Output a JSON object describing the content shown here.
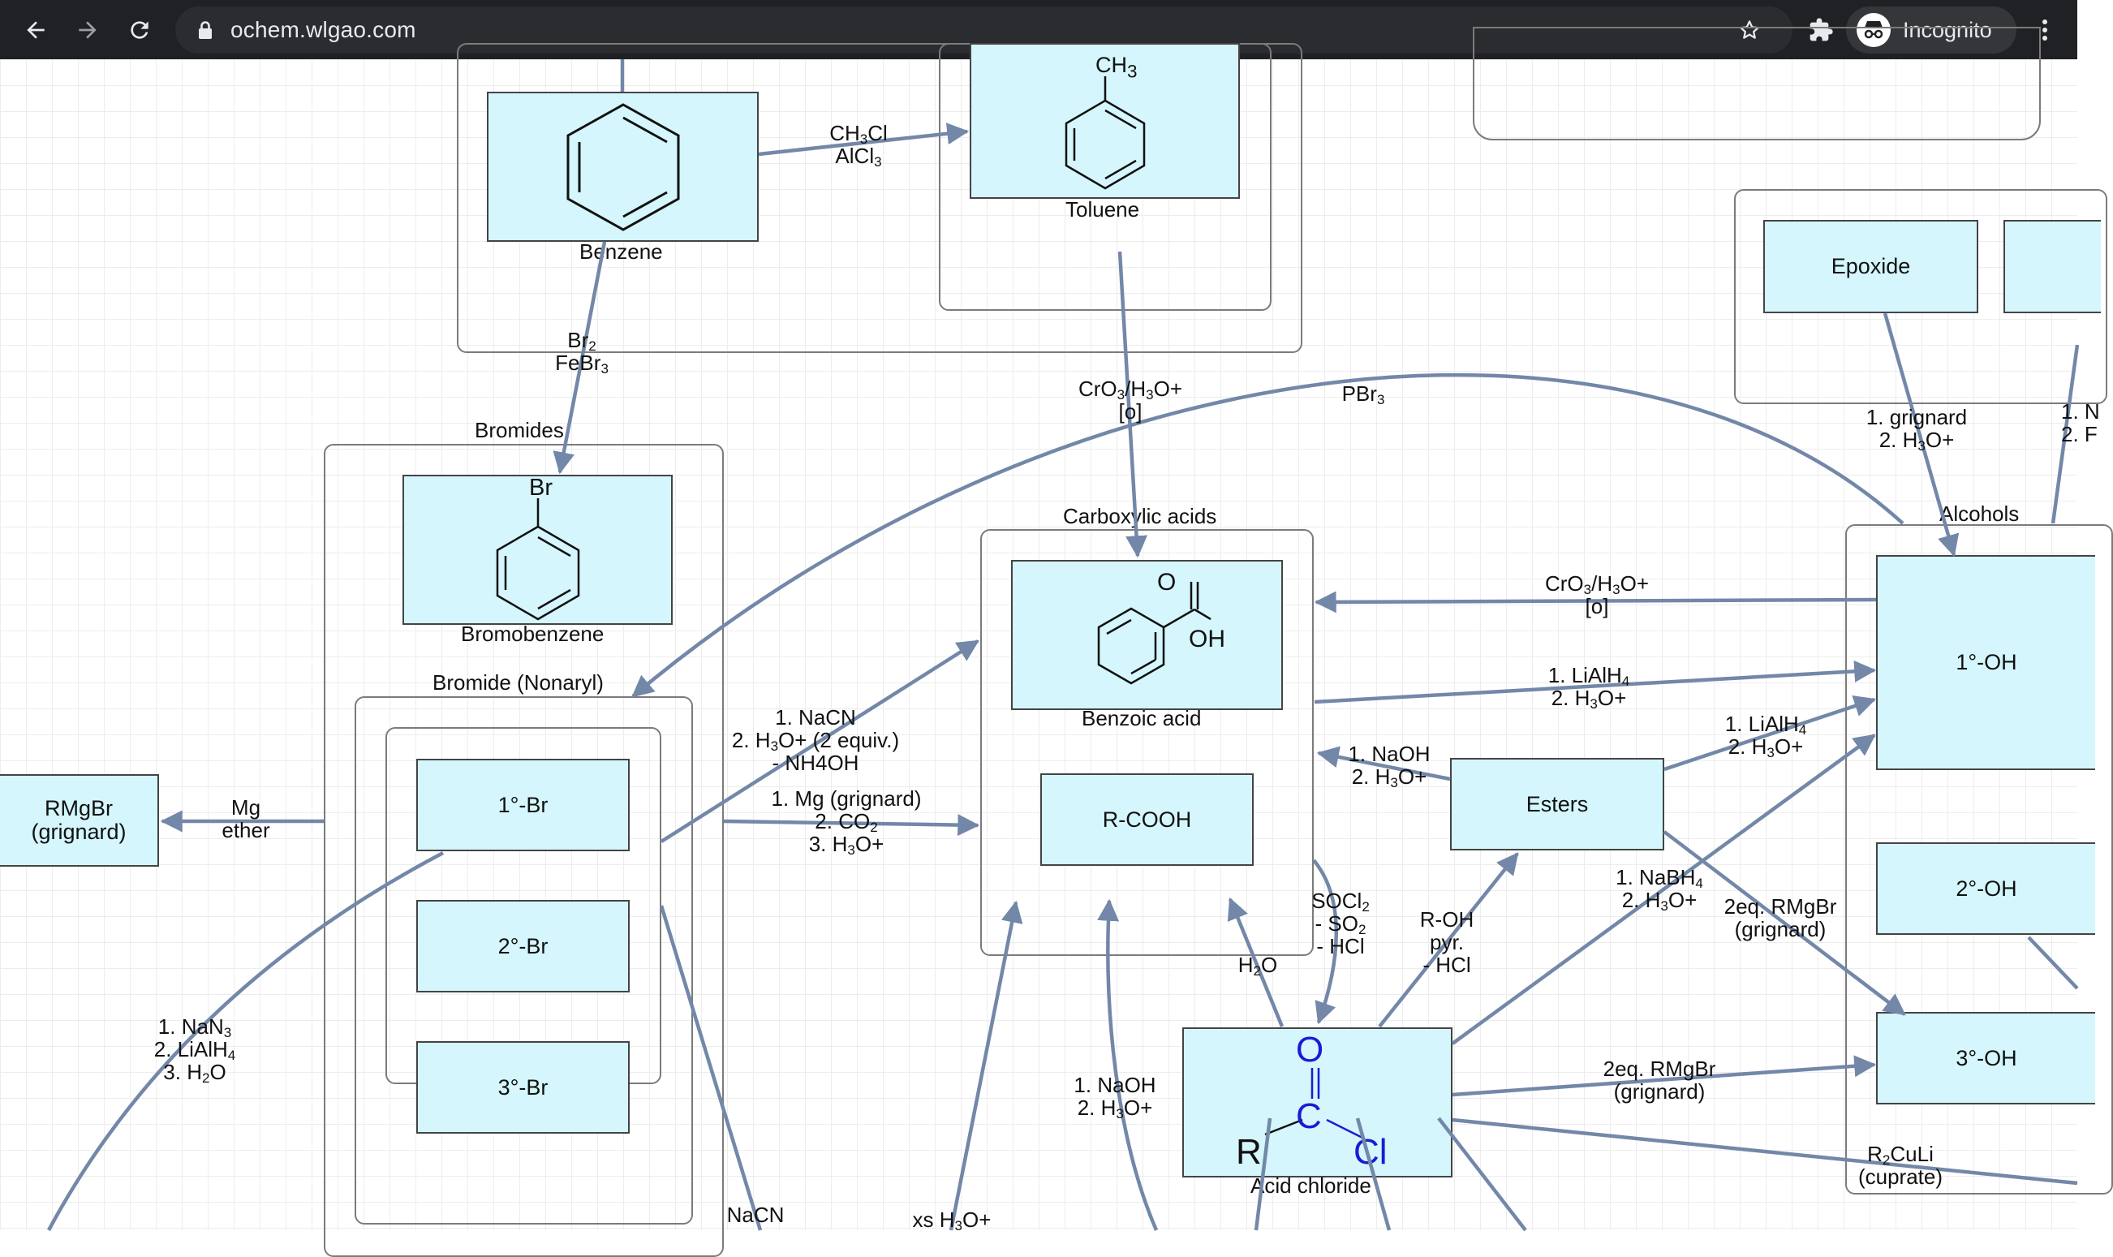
{
  "browser": {
    "url": "ochem.wlgao.com",
    "incognito_label": "Incognito"
  },
  "groups": {
    "bromides": "Bromides",
    "bromide_nonaryl": "Bromide (Nonaryl)",
    "carboxylic_acids": "Carboxylic acids",
    "alcohols": "Alcohols"
  },
  "nodes": {
    "benzene": "Benzene",
    "toluene": "Toluene",
    "toluene_ch3": "CH₃",
    "bromobenzene": "Bromobenzene",
    "bromo_br": "Br",
    "br1": "1°-Br",
    "br2": "2°-Br",
    "br3": "3°-Br",
    "rmgbr": "RMgBr\n(grignard)",
    "benzoic_acid": "Benzoic acid",
    "benzoic_o": "O",
    "benzoic_oh": "OH",
    "rcooh": "R-COOH",
    "epoxide": "Epoxide",
    "oh1": "1°-OH",
    "oh2": "2°-OH",
    "oh3": "3°-OH",
    "esters": "Esters",
    "acid_chloride": "Acid chloride",
    "acl_o": "O",
    "acl_c": "C",
    "acl_r": "R",
    "acl_cl": "Cl"
  },
  "edge_labels": {
    "ch3cl": "CH₃Cl\nAlCl₃",
    "br2_febr3": "Br₂\nFeBr₃",
    "cro3_o_1": "CrO₃/H₃O+\n[o]",
    "pbr3": "PBr₃",
    "grignard_h3o": "1. grignard\n2. H₃O+",
    "alc_cut": "1. N\n2. F",
    "cro3_o_2": "CrO₃/H₃O+\n[o]",
    "lialh4_1": "1. LiAlH₄\n2. H₃O+",
    "lialh4_2": "1. LiAlH₄\n2. H₃O+",
    "nacn": "1. NaCN\n2. H₃O+ (2 equiv.)\n- NH4OH",
    "mg_grignard": "1. Mg (grignard)\n2. CO₂\n3. H₃O+",
    "mg_ether": "Mg\nether",
    "naoh_h3o_1": "1. NaOH\n2. H₃O+",
    "nabh4": "1. NaBH₄\n2. H₃O+",
    "rmgbr_2eq_1": "2eq. RMgBr\n(grignard)",
    "socl2": "SOCl₂\n- SO₂\n- HCl",
    "roh_pyr": "R-OH\npyr.\n- HCl",
    "h2o": "H₂O",
    "nan3": "1. NaN₃\n2. LiAlH₄\n3. H₂O",
    "naoh_h3o_2": "1. NaOH\n2. H₃O+",
    "rmgbr_2eq_2": "2eq. RMgBr\n(grignard)",
    "r2culi": "R₂CuLi\n(cuprate)",
    "nacn_bottom": "NaCN",
    "xs_h3o": "xs H₃O+"
  },
  "colors": {
    "edge": "#7388a8",
    "node_fill": "#d4f6fc",
    "acid_chloride_atoms": "#1a1ad6",
    "chrome_bg": "#202124"
  }
}
